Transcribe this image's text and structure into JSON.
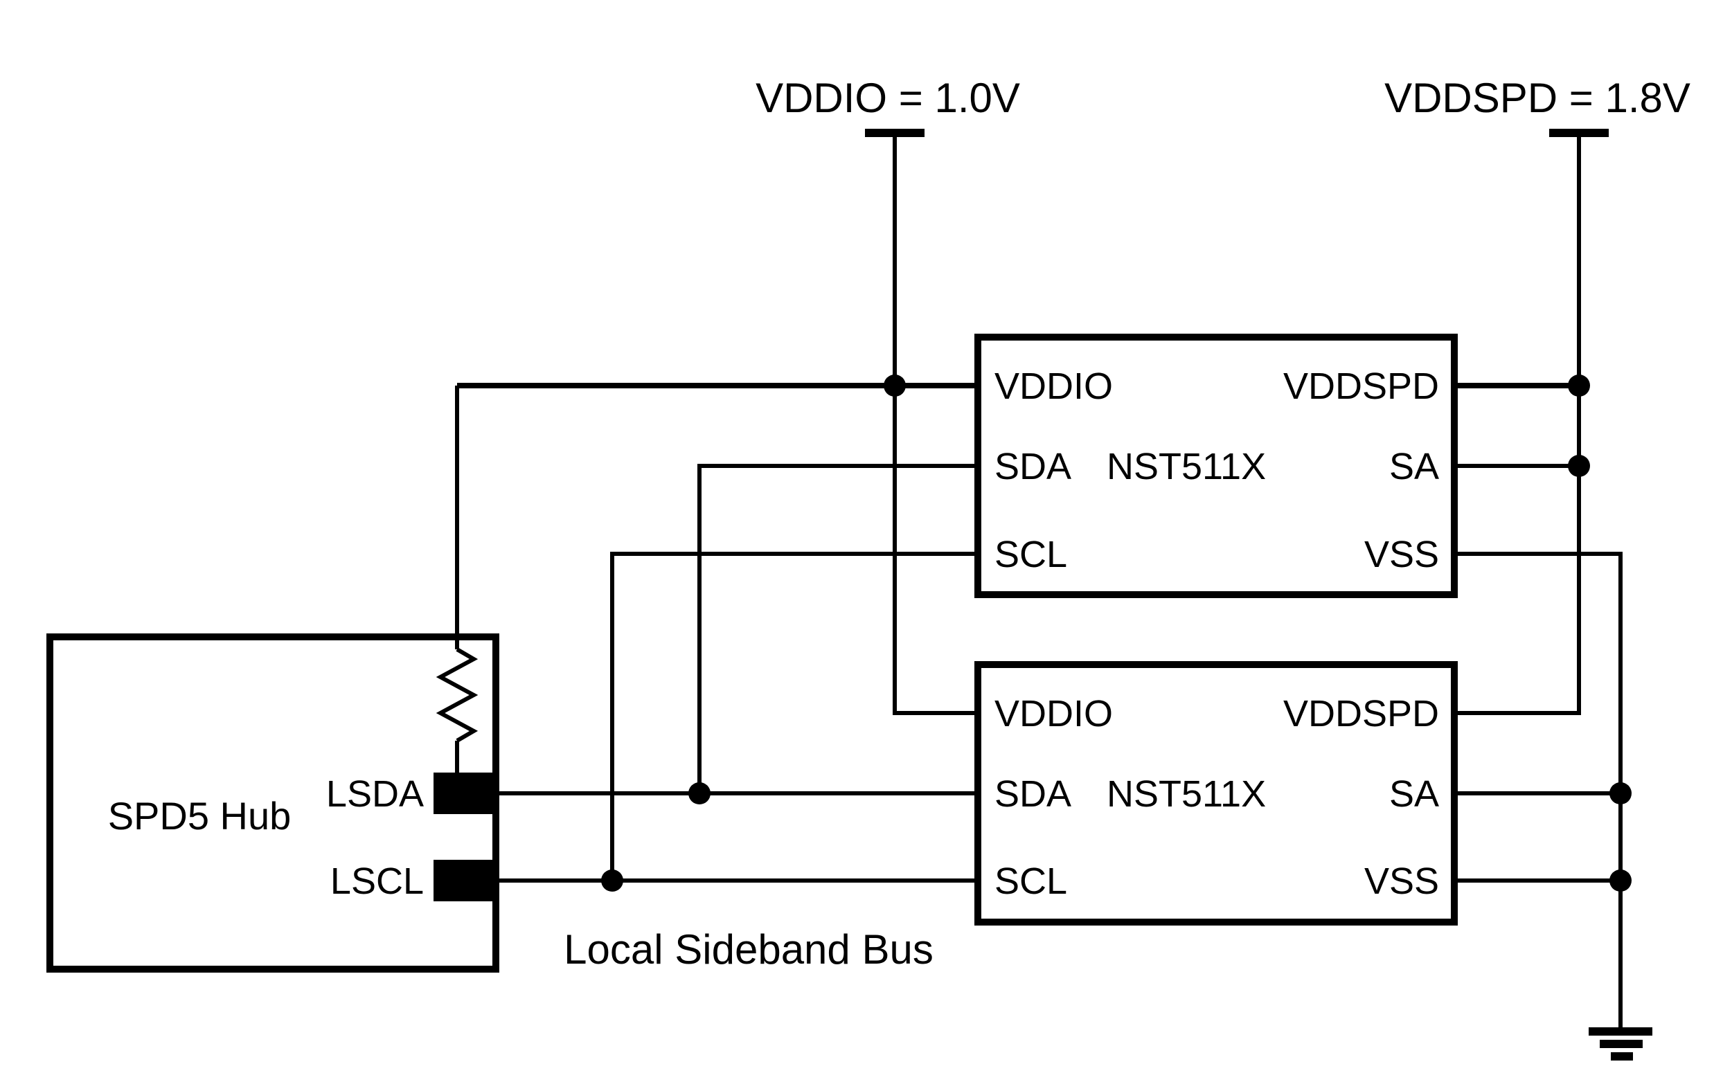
{
  "diagram": {
    "type": "circuit-schematic",
    "background_color": "#ffffff",
    "line_color": "#000000",
    "power_rails": [
      {
        "id": "vddio",
        "label": "VDDIO = 1.0V"
      },
      {
        "id": "vddspd",
        "label": "VDDSPD = 1.8V"
      }
    ],
    "hub": {
      "label": "SPD5 Hub",
      "pins": [
        {
          "label": "LSDA"
        },
        {
          "label": "LSCL"
        }
      ]
    },
    "ics": [
      {
        "part": "NST511X",
        "pins_left": [
          "VDDIO",
          "SDA",
          "SCL"
        ],
        "pins_right": [
          "VDDSPD",
          "SA",
          "VSS"
        ]
      },
      {
        "part": "NST511X",
        "pins_left": [
          "VDDIO",
          "SDA",
          "SCL"
        ],
        "pins_right": [
          "VDDSPD",
          "SA",
          "VSS"
        ]
      }
    ],
    "bus_label": "Local Sideband Bus"
  }
}
